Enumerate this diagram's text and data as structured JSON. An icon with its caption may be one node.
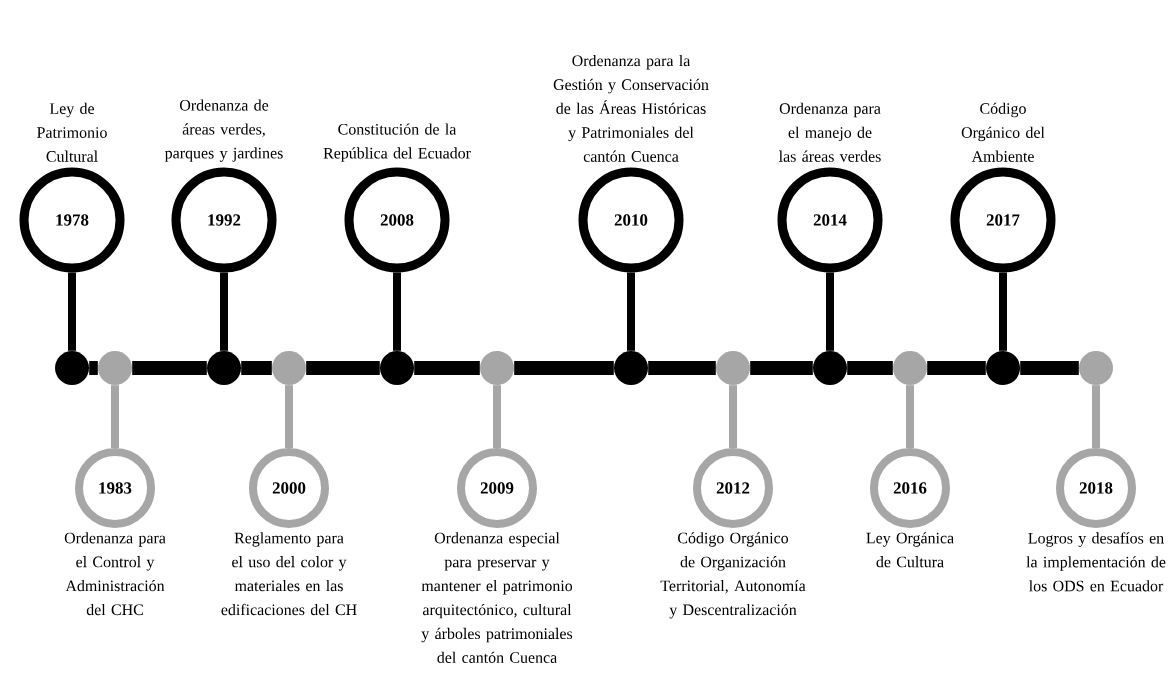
{
  "diagram": {
    "nodes": [
      {
        "text": [
          "1978"
        ],
        "beside": [
          "Ley de Patrimonio Cultural"
        ]
      },
      {
        "text": [
          "1983"
        ],
        "beside": [
          "Ordenanza para el Control y Administración del CHC"
        ]
      },
      {
        "text": [
          "1992"
        ],
        "beside": [
          "Ordenanza de áreas verdes, parques y jardines"
        ]
      },
      {
        "text": [
          "2000"
        ],
        "beside": [
          "Reglamento para el uso del color y materiales en las edificaciones del CH"
        ]
      },
      {
        "text": [
          "2008"
        ],
        "beside": [
          "Constitución de la República del Ecuador"
        ]
      },
      {
        "text": [
          "2009"
        ],
        "beside": [
          "Ordenanza especial para preservar y mantener el patrimonio arquitectónico, cultural y árboles patrimoniales del cantón Cuenca"
        ]
      },
      {
        "text": [
          "2010"
        ],
        "beside": [
          "Ordenanza para la Gestión y Conservación de las Áreas Históricas y Patrimoniales del cantón Cuenca"
        ]
      },
      {
        "text": [
          "2012"
        ],
        "beside": [
          "Código Orgánico de Organización Territorial, Autonomía y Descentralización"
        ]
      },
      {
        "text": [
          "2014"
        ],
        "beside": [
          "Ordenanza para el manejo de las áreas verdes"
        ]
      },
      {
        "text": [
          "2016"
        ],
        "beside": [
          "Ley Orgánica de Cultura"
        ]
      },
      {
        "text": [
          "2017"
        ],
        "beside": [
          "Código Orgánico del Ambiente"
        ]
      },
      {
        "text": [
          "2018"
        ],
        "beside": [
          "Logros y desafíos en la implementación de los ODS en Ecuador"
        ]
      },
      {
        "text": [],
        "shape": "circle"
      },
      {
        "text": [],
        "shape": "circle"
      },
      {
        "text": [],
        "shape": "circle"
      },
      {
        "text": [],
        "shape": "circle"
      },
      {
        "text": [],
        "shape": "circle"
      },
      {
        "text": [],
        "shape": "circle"
      },
      {
        "text": [],
        "shape": "circle"
      },
      {
        "text": [],
        "shape": "circle"
      },
      {
        "text": [],
        "shape": "circle"
      },
      {
        "text": [],
        "shape": "circle"
      },
      {
        "text": [],
        "shape": "circle"
      },
      {
        "text": [],
        "shape": "circle"
      }
    ],
    "edges": [
      {
        "from": 12,
        "to": 0,
        "arrow": "none"
      },
      {
        "from": 13,
        "to": 1,
        "arrow": "none",
        "color": "#a6a6a6"
      },
      {
        "from": 14,
        "to": 2,
        "arrow": "none"
      },
      {
        "from": 15,
        "to": 3,
        "arrow": "none",
        "color": "#a6a6a6"
      },
      {
        "from": 16,
        "to": 4,
        "arrow": "none"
      },
      {
        "from": 17,
        "to": 5,
        "arrow": "none",
        "color": "#a6a6a6"
      },
      {
        "from": 18,
        "to": 6,
        "arrow": "none"
      },
      {
        "from": 19,
        "to": 7,
        "arrow": "none",
        "color": "#a6a6a6"
      },
      {
        "from": 20,
        "to": 8,
        "arrow": "none"
      },
      {
        "from": 21,
        "to": 9,
        "arrow": "none",
        "color": "#a6a6a6"
      },
      {
        "from": 22,
        "to": 10,
        "arrow": "none"
      },
      {
        "from": 23,
        "to": 11,
        "arrow": "none",
        "color": "#a6a6a6"
      },
      {
        "from": 12,
        "to": 13,
        "arrow": "none"
      },
      {
        "from": 13,
        "to": 14,
        "arrow": "none"
      },
      {
        "from": 14,
        "to": 15,
        "arrow": "none"
      },
      {
        "from": 15,
        "to": 16,
        "arrow": "none"
      },
      {
        "from": 16,
        "to": 17,
        "arrow": "none"
      },
      {
        "from": 17,
        "to": 18,
        "arrow": "none"
      },
      {
        "from": 18,
        "to": 19,
        "arrow": "none"
      },
      {
        "from": 19,
        "to": 20,
        "arrow": "none"
      },
      {
        "from": 20,
        "to": 21,
        "arrow": "none"
      },
      {
        "from": 21,
        "to": 22,
        "arrow": "none"
      },
      {
        "from": 22,
        "to": 23,
        "arrow": "none"
      }
    ]
  }
}
